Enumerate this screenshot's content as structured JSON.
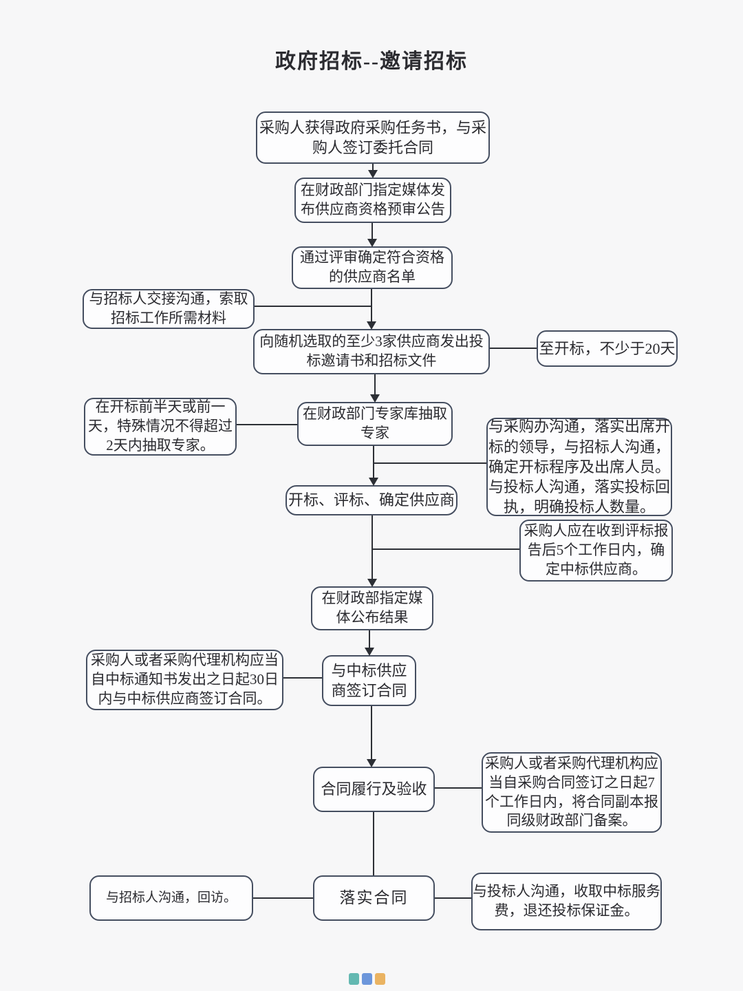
{
  "title": "政府招标--邀请招标",
  "colors": {
    "background": "#f7f7f8",
    "box_background": "#fdfdfe",
    "box_border": "#454e60",
    "line": "#2c2f35",
    "text": "#2b2b30",
    "watermark": [
      "#3fa9a0",
      "#4a7fd4",
      "#e8a33d"
    ]
  },
  "nodes": {
    "obtain_task": {
      "label": "采购人获得政府采购任务书，与采\n购人签订委托合同"
    },
    "publish_prequalification": {
      "label": "在财政部门指定媒体发\n布供应商资格预审公告"
    },
    "qualified_list": {
      "label": "通过评审确定符合资格\n的供应商名单"
    },
    "send_invitations": {
      "label": "向随机选取的至少3家供应商发出投\n标邀请书和招标文件"
    },
    "draw_experts": {
      "label": "在财政部门专家库抽取\n专家"
    },
    "open_evaluate": {
      "label": "开标、评标、确定供应商"
    },
    "publish_results": {
      "label": "在财政部指定媒\n体公布结果"
    },
    "sign_contract": {
      "label": "与中标供应\n商签订合同"
    },
    "performance_acceptance": {
      "label": "合同履行及验收"
    },
    "implement_contract": {
      "label": "落实合同"
    }
  },
  "notes": {
    "liaise_materials": {
      "label": "与招标人交接沟通，索取\n招标工作所需材料"
    },
    "expert_timing": {
      "label": "在开标前半天或前一\n天，特殊情况不得超过\n2天内抽取专家。"
    },
    "min_20_days": {
      "label": "至开标，不少于20天"
    },
    "communication_arrangements": {
      "label": "与采购办沟通，落实出席开\n标的领导，与招标人沟通，\n确定开标程序及出席人员。\n与投标人沟通，落实投标回\n执，明确投标人数量。"
    },
    "winner_5_days": {
      "label": "采购人应在收到评标报\n告后5个工作日内，确\n定中标供应商。"
    },
    "sign_30_days": {
      "label": "采购人或者采购代理机构应当\n自中标通知书发出之日起30日\n内与中标供应商签订合同。"
    },
    "file_7_days": {
      "label": "采购人或者采购代理机构应\n当自采购合同签订之日起7\n个工作日内，将合同副本报\n同级财政部门备案。"
    },
    "follow_up": {
      "label": "与招标人沟通，回访。"
    },
    "fees_deposit": {
      "label": "与投标人沟通，收取中标服务\n费，退还投标保证金。"
    }
  }
}
